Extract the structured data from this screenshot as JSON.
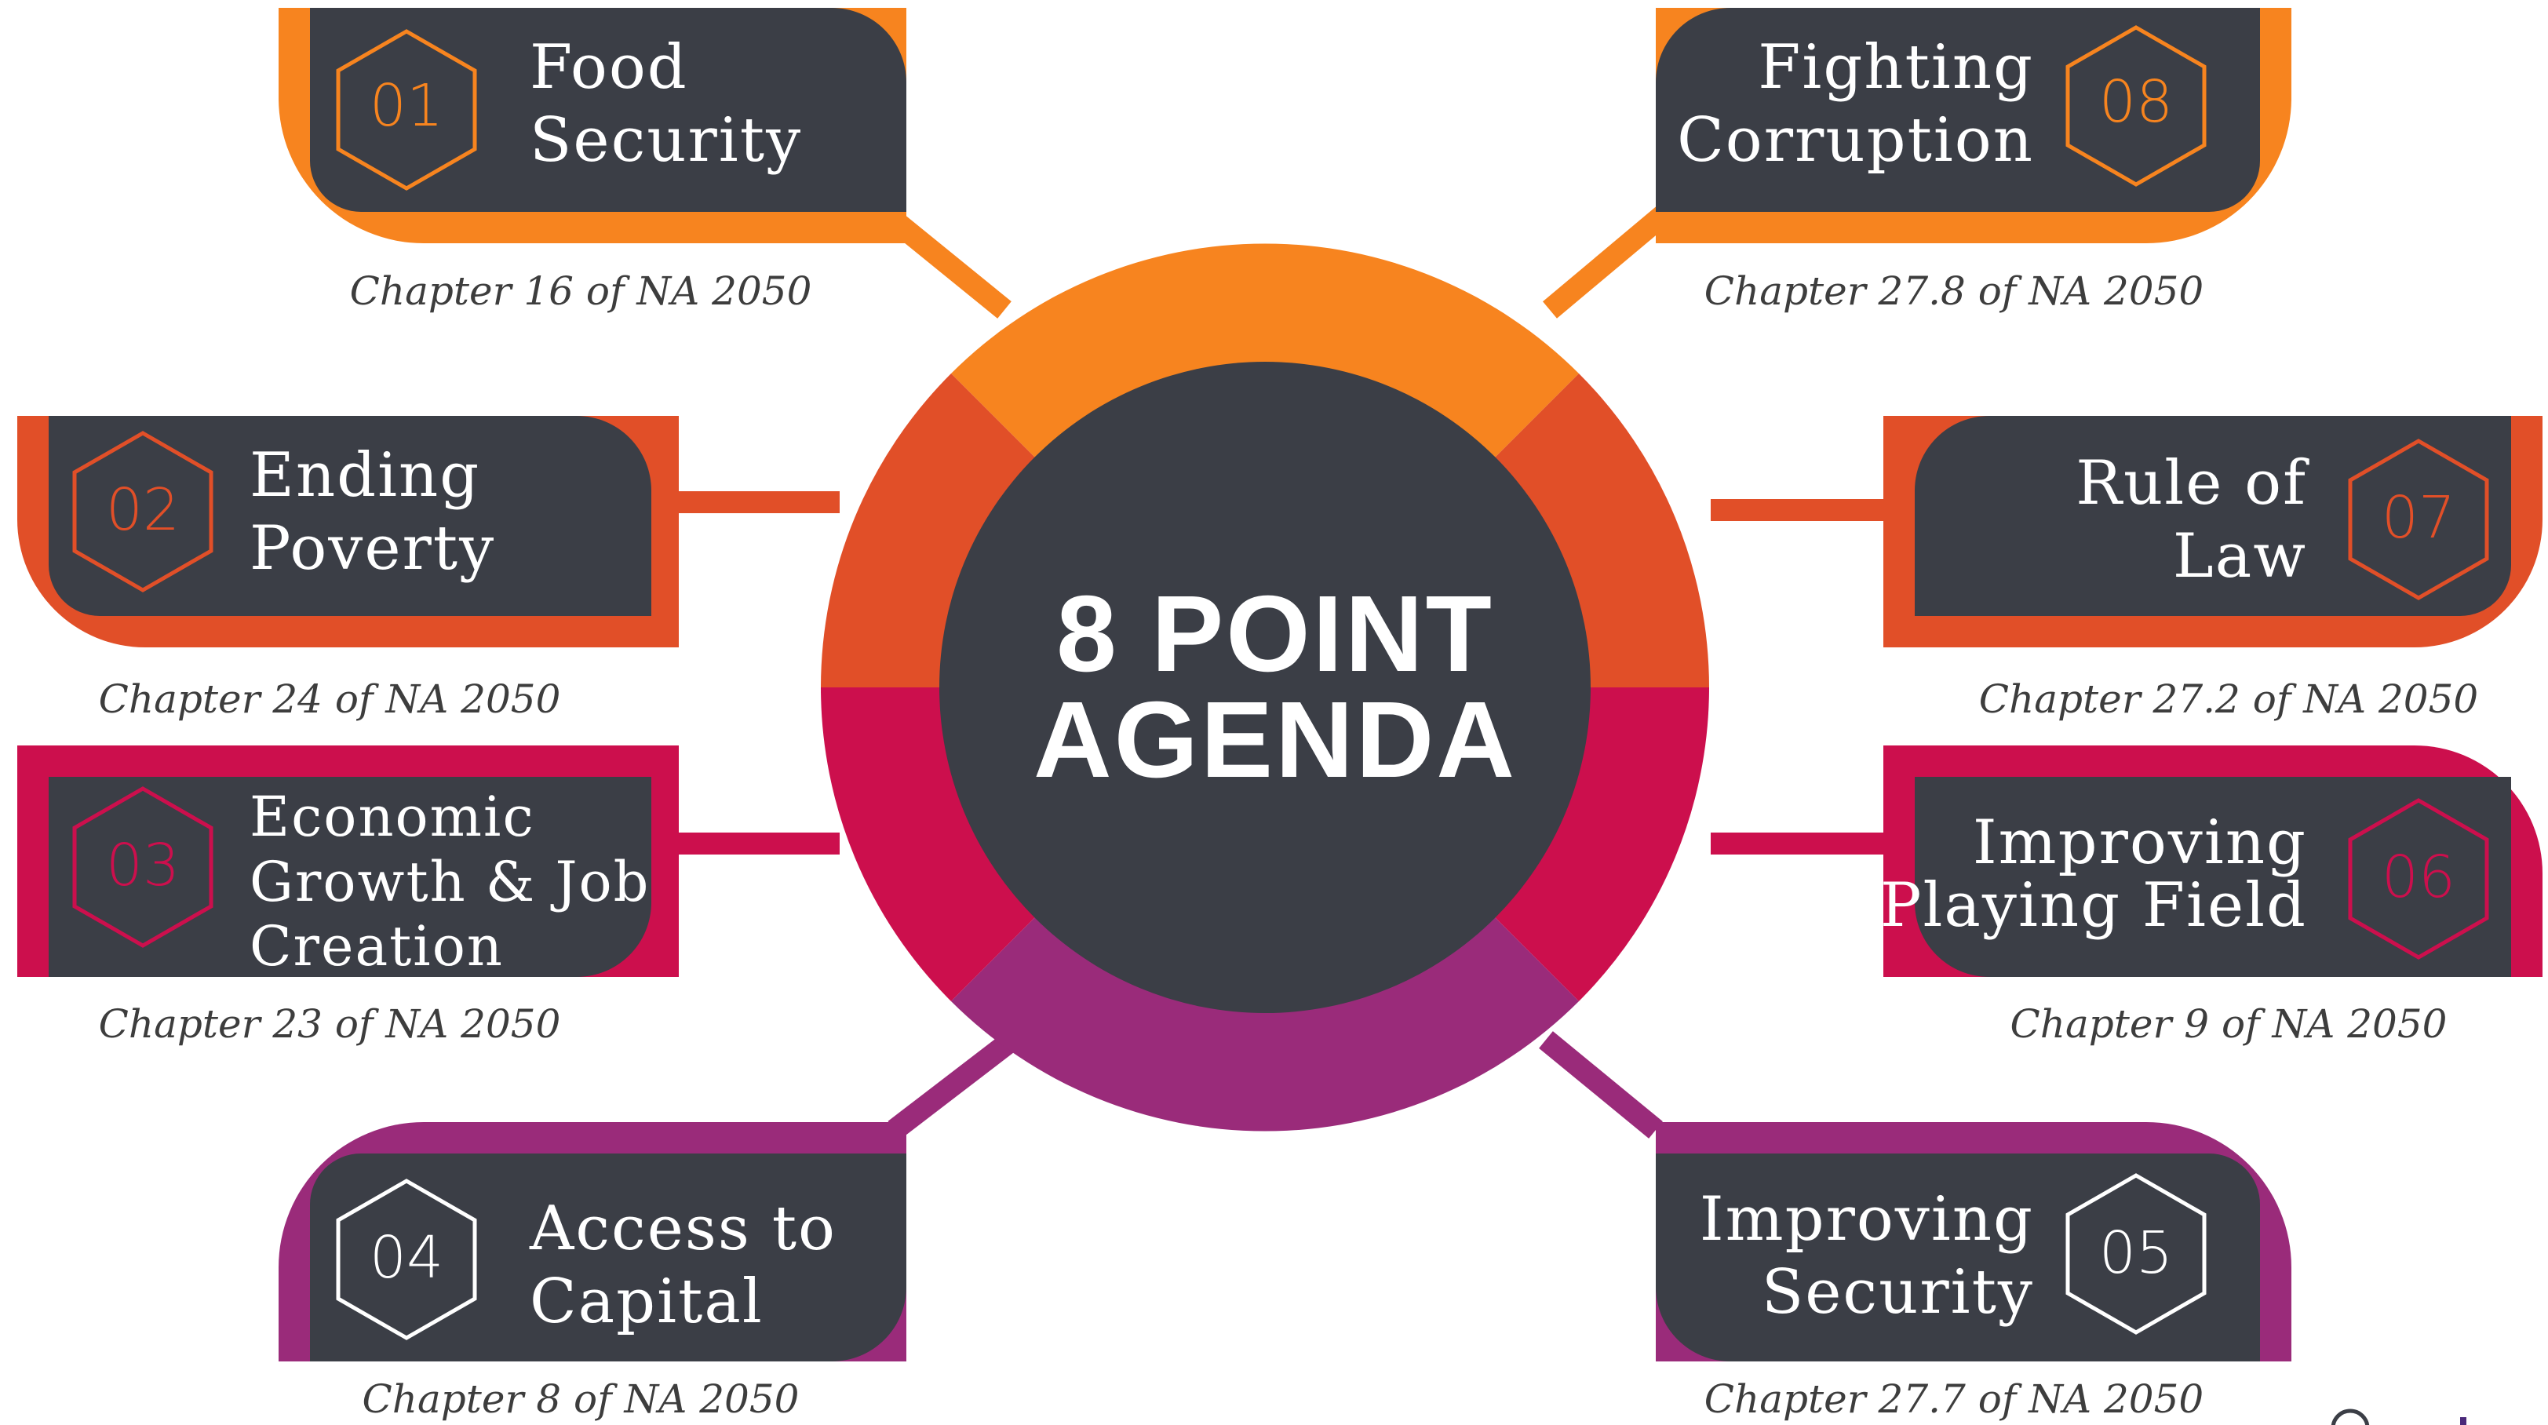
{
  "center": {
    "line1": "8 POINT",
    "line2": "AGENDA"
  },
  "colors": {
    "orange": "#f7841f",
    "red_orange": "#e14f28",
    "crimson": "#cc0f4d",
    "purple": "#9a2b7a",
    "dark": "#3b3e46"
  },
  "items": [
    {
      "number": "01",
      "title_lines": [
        "Food",
        "Security"
      ],
      "chapter": "Chapter 16 of NA 2050"
    },
    {
      "number": "02",
      "title_lines": [
        "Ending",
        "Poverty"
      ],
      "chapter": "Chapter 24 of NA 2050"
    },
    {
      "number": "03",
      "title_lines": [
        "Economic",
        "Growth & Job",
        "Creation"
      ],
      "chapter": "Chapter 23 of NA 2050"
    },
    {
      "number": "04",
      "title_lines": [
        "Access to",
        "Capital"
      ],
      "chapter": "Chapter 8 of NA 2050"
    },
    {
      "number": "05",
      "title_lines": [
        "Improving",
        "Security"
      ],
      "chapter": "Chapter 27.7 of NA 2050"
    },
    {
      "number": "06",
      "title_lines": [
        "Improving",
        "Playing Field"
      ],
      "chapter": "Chapter 9 of NA 2050"
    },
    {
      "number": "07",
      "title_lines": [
        "Rule of",
        "Law"
      ],
      "chapter": "Chapter 27.2 of NA 2050"
    },
    {
      "number": "08",
      "title_lines": [
        "Fighting",
        "Corruption"
      ],
      "chapter": "Chapter 27.8 of NA 2050"
    }
  ]
}
